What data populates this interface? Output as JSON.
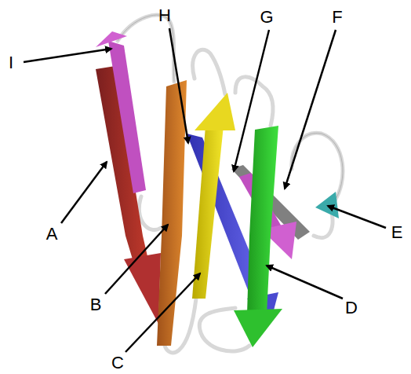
{
  "diagram": {
    "labels": [
      "I",
      "H",
      "G",
      "F",
      "E",
      "A",
      "B",
      "D",
      "C"
    ]
  }
}
